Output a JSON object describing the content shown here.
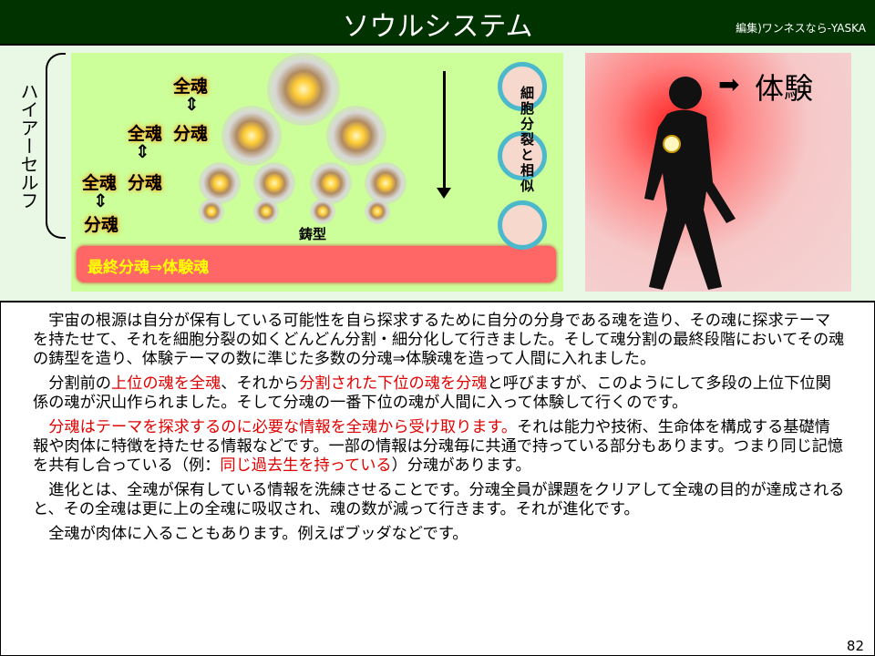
{
  "header": {
    "title": "ソウルシステム",
    "credit": "編集)ワンネスなら-YASKA"
  },
  "diagram": {
    "side_label": "ハイアーセルフ",
    "labels": [
      "全魂",
      "全魂",
      "分魂",
      "全魂",
      "分魂",
      "分魂"
    ],
    "mold_label": "鋳型",
    "final_label": "最終分魂⇒体験魂",
    "cell_label": "細胞分裂と相似"
  },
  "photo": {
    "experience_label": "体験"
  },
  "body": {
    "paragraphs": [
      [
        {
          "t": "宇宙の根源は自分が保有している可能性を自ら探求するために自分の分身である魂を造り、その魂に探求テーマを持たせて、それを細胞分裂の如くどんどん分割・細分化して行きました。そして魂分割の最終段階においてその魂の鋳型を造り、体験テーマの数に準じた多数の分魂⇒体験魂を造って人間に入れました。",
          "red": false
        }
      ],
      [
        {
          "t": "分割前の",
          "red": false
        },
        {
          "t": "上位の魂を全魂",
          "red": true
        },
        {
          "t": "、それから",
          "red": false
        },
        {
          "t": "分割された下位の魂を分魂",
          "red": true
        },
        {
          "t": "と呼びますが、このようにして多段の上位下位関係の魂が沢山作られました。そして分魂の一番下位の魂が人間に入って体験して行くのです。",
          "red": false
        }
      ],
      [
        {
          "t": "分魂はテーマを探求するのに必要な情報を全魂から受け取ります。",
          "red": true
        },
        {
          "t": "それは能力や技術、生命体を構成する基礎情報や肉体に特徴を持たせる情報などです。一部の情報は分魂毎に共通で持っている部分もあります。つまり同じ記憶を共有し合っている（例：",
          "red": false
        },
        {
          "t": "同じ過去生を持っている",
          "red": true
        },
        {
          "t": "）分魂があります。",
          "red": false
        }
      ],
      [
        {
          "t": "進化とは、全魂が保有している情報を洗練させることです。分魂全員が課題をクリアして全魂の目的が達成されると、その全魂は更に上の全魂に吸収され、魂の数が減って行きます。それが進化です。",
          "red": false
        }
      ],
      [
        {
          "t": "全魂が肉体に入ることもあります。例えばブッダなどです。",
          "red": false
        }
      ]
    ]
  },
  "page_number": "82"
}
